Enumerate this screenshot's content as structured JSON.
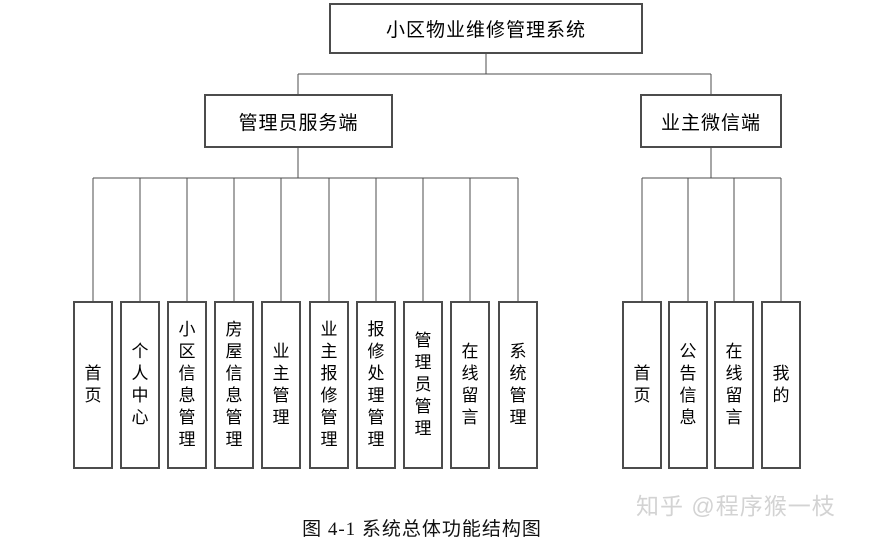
{
  "diagram": {
    "root": "小区物业维修管理系统",
    "branches": [
      {
        "label": "管理员服务端",
        "children": [
          "首页",
          "个人中心",
          "小区信息管理",
          "房屋信息管理",
          "业主管理",
          "业主报修管理",
          "报修处理管理",
          "管理员管理",
          "在线留言",
          "系统管理"
        ]
      },
      {
        "label": "业主微信端",
        "children": [
          "首页",
          "公告信息",
          "在线留言",
          "我的"
        ]
      }
    ],
    "caption": "图 4-1 系统总体功能结构图",
    "watermark": "知乎 @程序猴一枝"
  },
  "colors": {
    "line": "#4c4c4c",
    "box_border": "#4c4c4c",
    "box_fill": "#ffffff",
    "background": "#ffffff",
    "text": "#000000",
    "watermark": "#d3d3d3"
  }
}
